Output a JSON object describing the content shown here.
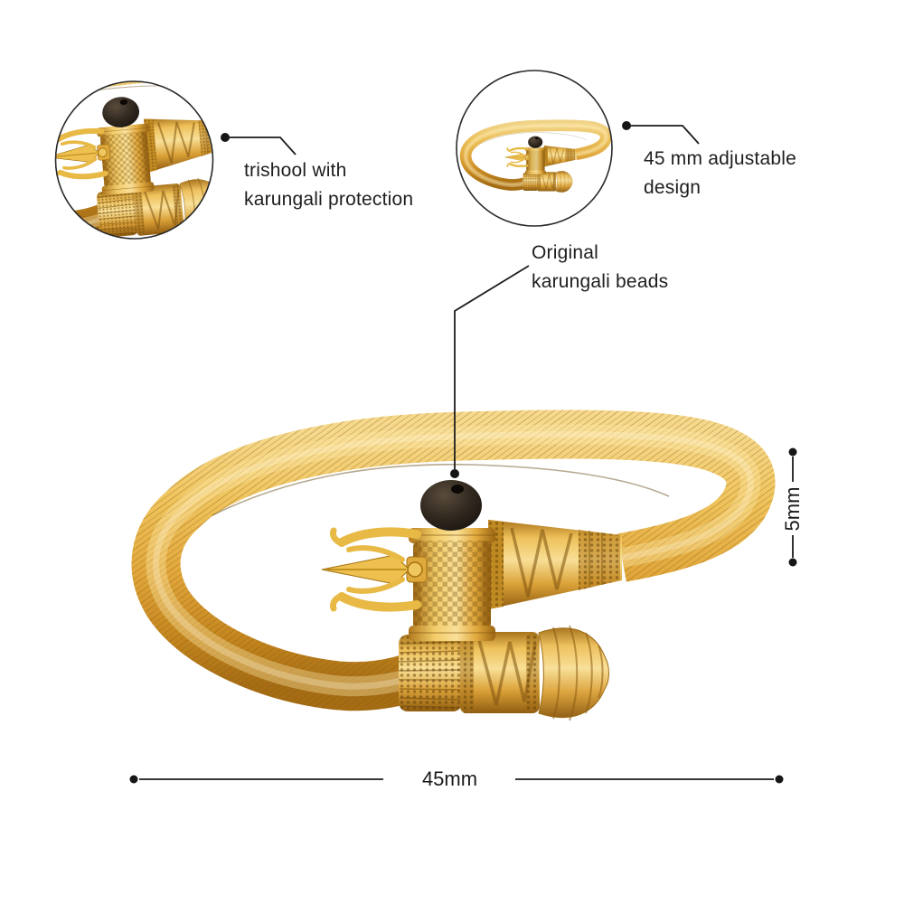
{
  "background": "#ffffff",
  "insets": {
    "trishool_closeup": {
      "line1": "trishool with",
      "line2": "karungali protection"
    },
    "full_view": {
      "line1": "45 mm adjustable",
      "line2": "design"
    }
  },
  "bead_callout": {
    "line1": "Original",
    "line2": "karungali beads"
  },
  "dimensions": {
    "width": "45mm",
    "thickness": "5mm"
  },
  "colors": {
    "gold_highlight": "#f7dd92",
    "gold_light": "#f0c75f",
    "gold_mid": "#e0a93c",
    "gold_deep": "#c08423",
    "gold_shadow": "#8f5f13",
    "bead_black": "#2b231b",
    "annotation_line": "#1c1c1c",
    "background": "#ffffff"
  }
}
